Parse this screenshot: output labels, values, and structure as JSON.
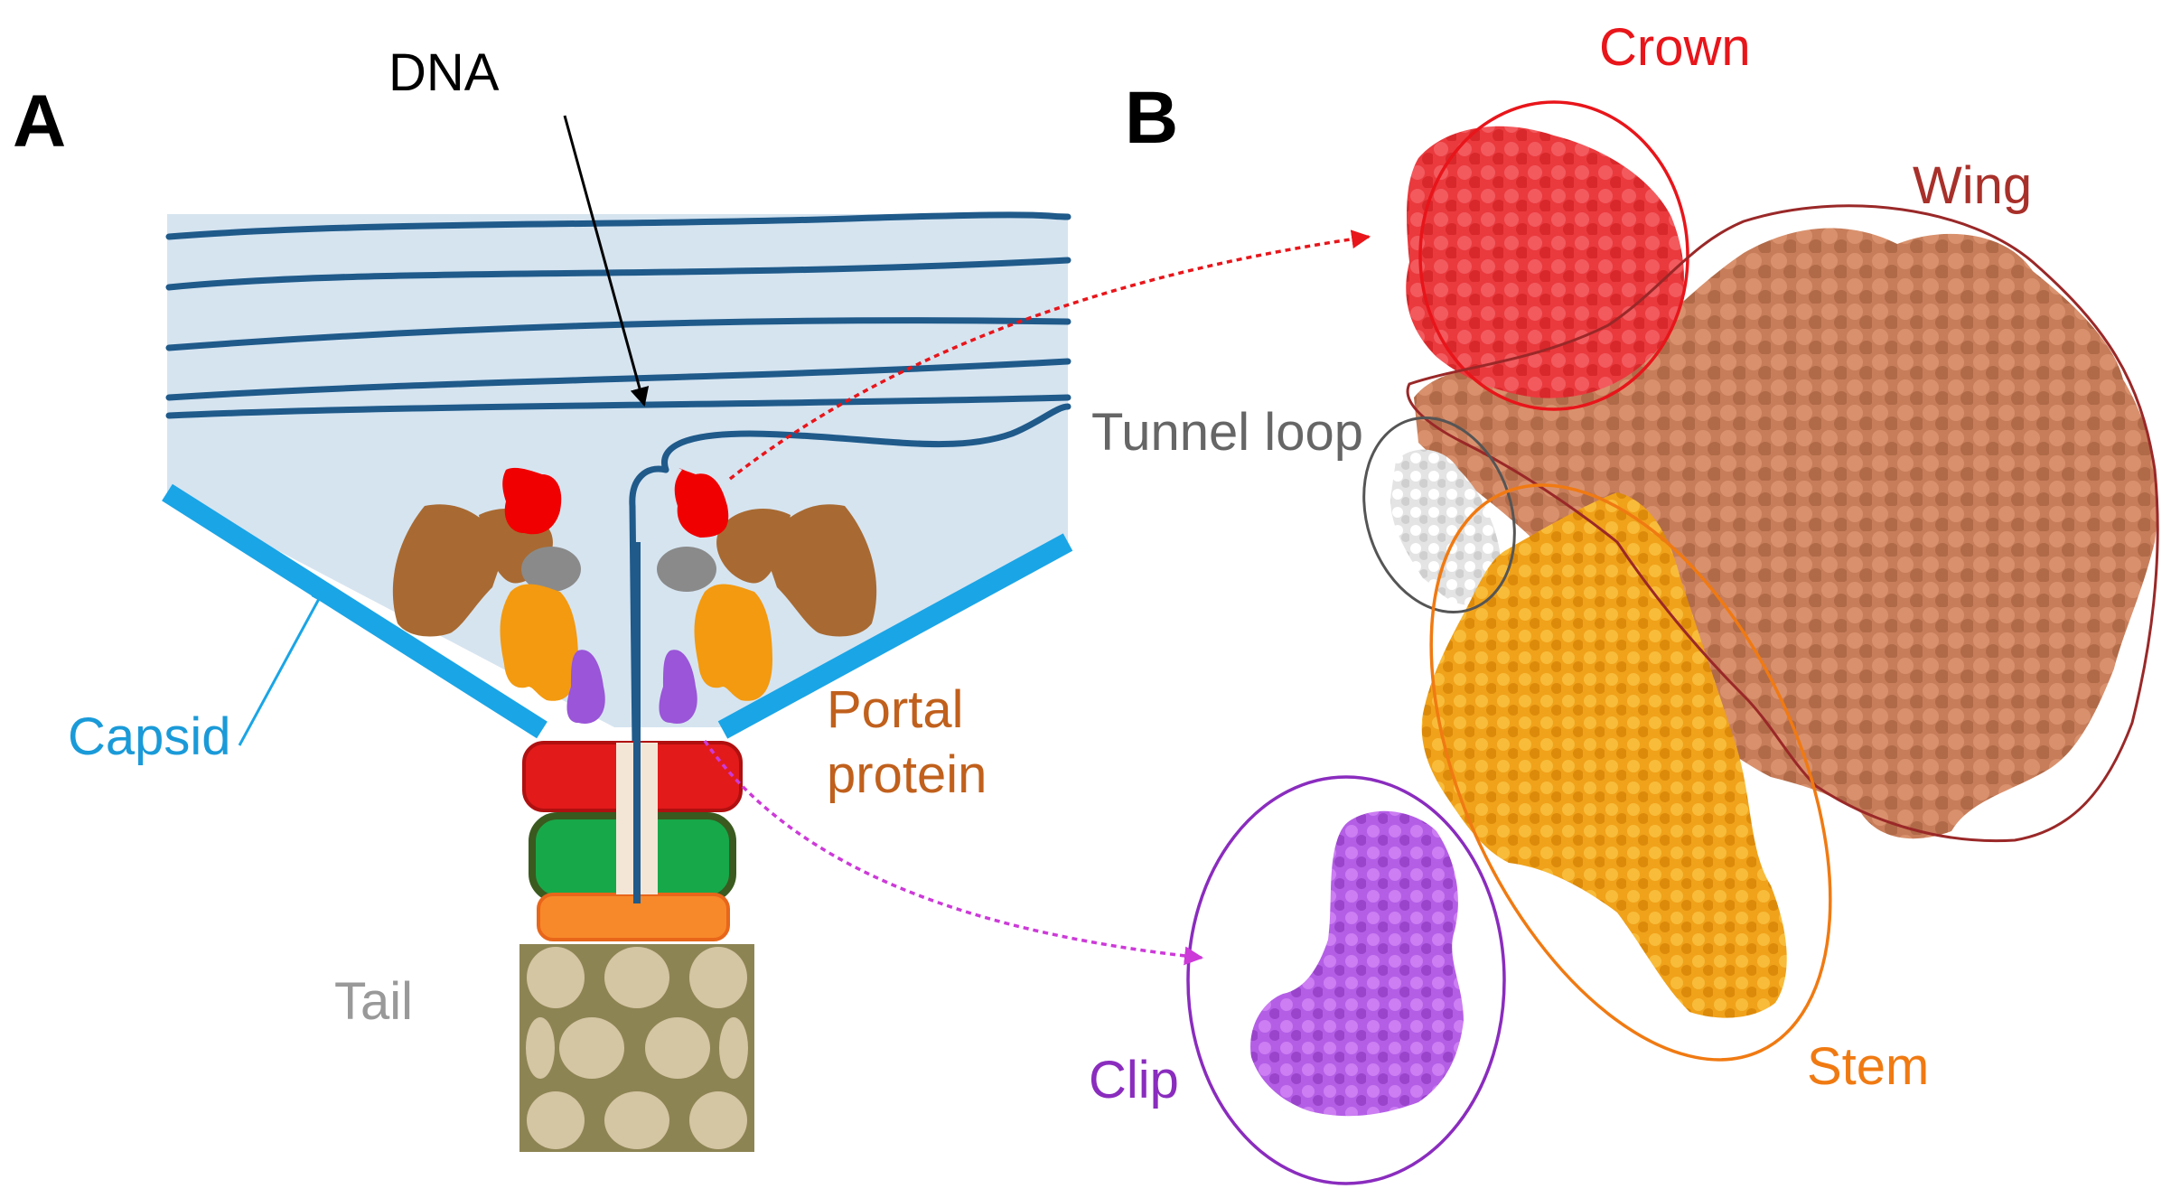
{
  "panels": {
    "a": "A",
    "b": "B"
  },
  "labels": {
    "dna": "DNA",
    "capsid": "Capsid",
    "portal_line1": "Portal",
    "portal_line2": "protein",
    "tail": "Tail",
    "crown": "Crown",
    "wing": "Wing",
    "tunnel_loop": "Tunnel loop",
    "stem": "Stem",
    "clip": "Clip"
  },
  "colors": {
    "dna": "#1f5a8a",
    "capsid_fill": "#d6e4f0",
    "capsid_wall": "#1aa5e6",
    "crown": "#e8151a",
    "wing": "#a86a32",
    "tunnel_loop": "#8a8a8a",
    "stem": "#f39a10",
    "clip": "#9a55d8",
    "connector_red": "#e21a1a",
    "connector_green": "#17a84a",
    "connector_orange": "#f7892a",
    "tail": "#d4c5a3",
    "crown_text": "#e8151a",
    "wing_text": "#a8302a",
    "tunnel_text": "#666666",
    "stem_text": "#f07a12",
    "clip_text": "#8a2cbe",
    "capsid_text": "#1a9ad8",
    "portal_text": "#c0601c",
    "tail_text": "#999999"
  },
  "icons": [
    "dna-arrow",
    "capsid-arrow",
    "crown-dotted-arrow",
    "clip-dotted-arrow"
  ]
}
